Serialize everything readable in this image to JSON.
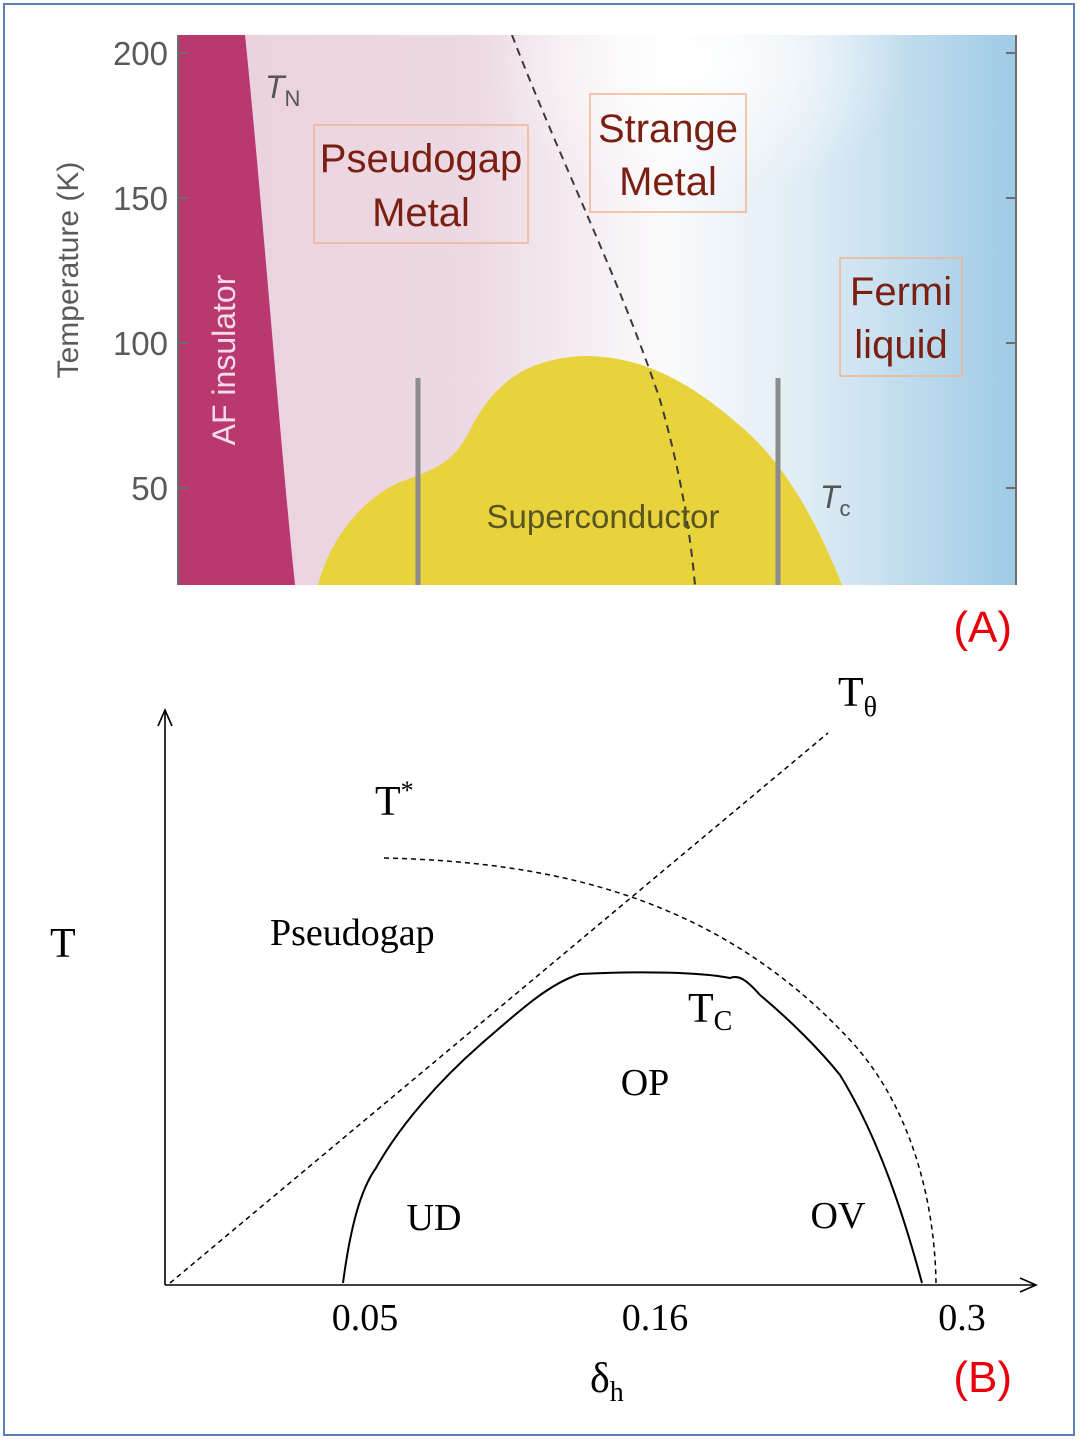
{
  "colors": {
    "frame_border": "#5b7fb6",
    "af_region": "#b8386f",
    "pseudogap_region": "#ead1de",
    "superconductor_region": "#e8d33c",
    "fermi_liquid_region": "#9fcbe6",
    "box_text": "#7a1f12",
    "box_border": "#f0b491",
    "panel_letter": "#e8000b"
  },
  "panel_a": {
    "label": "(A)",
    "y_axis": {
      "label": "Temperature (K)",
      "ticks": [
        "200",
        "150",
        "100",
        "50"
      ]
    },
    "regions": {
      "af": "AF insulator",
      "tn_main": "T",
      "tn_sub": "N",
      "pseudogap_line1": "Pseudogap",
      "pseudogap_line2": "Metal",
      "strange_line1": "Strange",
      "strange_line2": "Metal",
      "fermi_line1": "Fermi",
      "fermi_line2": "liquid",
      "superconductor": "Superconductor",
      "tc_main": "T",
      "tc_sub": "c"
    }
  },
  "panel_b": {
    "label": "(B)",
    "y_axis_label": "T",
    "x_axis_main": "δ",
    "x_axis_sub": "h",
    "x_ticks": [
      "0.05",
      "0.16",
      "0.3"
    ],
    "t_theta_main": "T",
    "t_theta_sub": "θ",
    "t_star_main": "T",
    "t_star_sup": "*",
    "tc_main": "T",
    "tc_sub": "C",
    "pseudogap": "Pseudogap",
    "op": "OP",
    "ud": "UD",
    "ov": "OV"
  }
}
